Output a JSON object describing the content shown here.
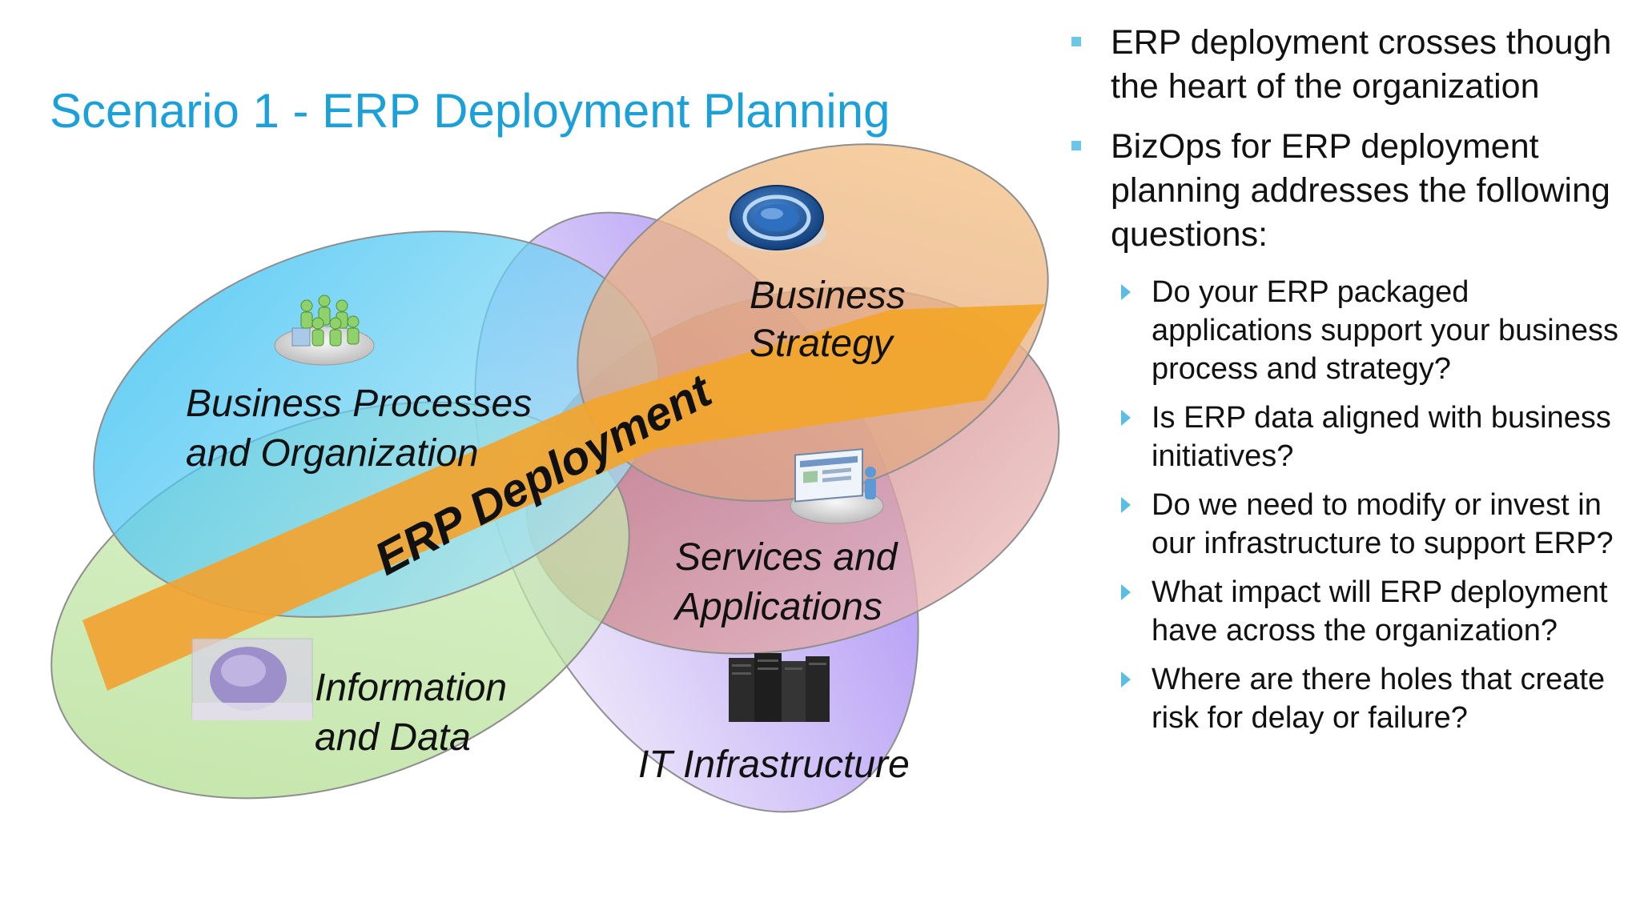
{
  "title": "Scenario 1 - ERP Deployment Planning",
  "diagram": {
    "labels": {
      "business_processes": [
        "Business Processes",
        "and Organization"
      ],
      "business_strategy": [
        "Business",
        "Strategy"
      ],
      "services_apps": [
        "Services and",
        "Applications"
      ],
      "information_data": [
        "Information",
        "and Data"
      ],
      "it_infrastructure": "IT Infrastructure",
      "arrow": "ERP Deployment"
    },
    "icons": {
      "business_processes": "people-group-icon",
      "business_strategy": "cycle-disc-icon",
      "services_apps": "application-screen-icon",
      "information_data": "database-cube-icon",
      "it_infrastructure": "server-rack-icon"
    },
    "colors": {
      "cyan": "#38C6F2",
      "green": "#B9E39A",
      "purple": "#A98CF0",
      "orange": "#F6B865",
      "red": "#C8736F",
      "arrow": "#F4A12A",
      "title": "#1BA1D8"
    }
  },
  "bullets": [
    {
      "text": "ERP deployment crosses though the heart of the organization",
      "sub": []
    },
    {
      "text": "BizOps for ERP deployment planning addresses the following questions:",
      "sub": [
        "Do your ERP packaged applications support your business process and strategy?",
        "Is ERP data aligned with business initiatives?",
        "Do we need to modify or invest in our infrastructure to support ERP?",
        "What impact will ERP deployment have across the organization?",
        "Where are there holes that create risk for delay or failure?"
      ]
    }
  ]
}
